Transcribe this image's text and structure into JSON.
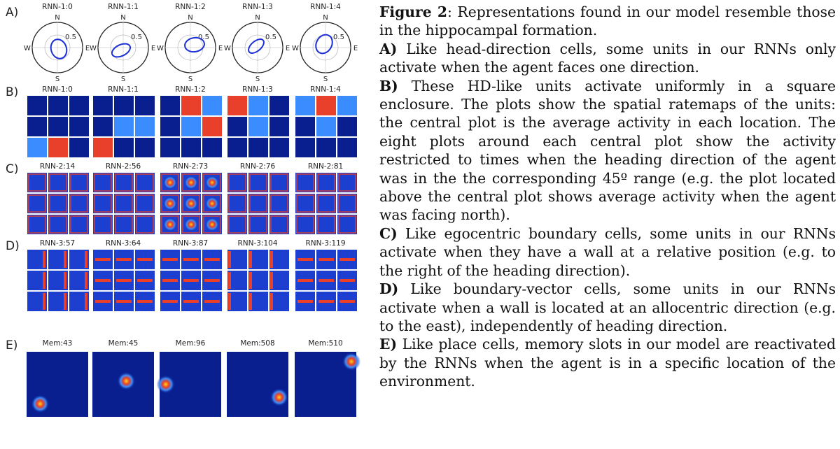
{
  "figure": {
    "row_labels": [
      "A)",
      "B)",
      "C)",
      "D)",
      "E)"
    ],
    "compass": {
      "N": "N",
      "S": "S",
      "E": "E",
      "W": "W",
      "radius_tick": "0.5"
    },
    "rows": [
      {
        "label": "A)",
        "type": "polar",
        "titles": [
          "RNN-1:0",
          "RNN-1:1",
          "RNN-1:2",
          "RNN-1:3",
          "RNN-1:4"
        ]
      },
      {
        "label": "B)",
        "type": "grid3x3",
        "titles": [
          "RNN-1:0",
          "RNN-1:1",
          "RNN-1:2",
          "RNN-1:3",
          "RNN-1:4"
        ]
      },
      {
        "label": "C)",
        "type": "grid3x3",
        "titles": [
          "RNN-2:14",
          "RNN-2:56",
          "RNN-2:73",
          "RNN-2:76",
          "RNN-2:81"
        ]
      },
      {
        "label": "D)",
        "type": "grid3x3",
        "titles": [
          "RNN-3:57",
          "RNN-3:64",
          "RNN-3:87",
          "RNN-3:104",
          "RNN-3:119"
        ]
      },
      {
        "label": "E)",
        "type": "heatmap",
        "titles": [
          "Mem:43",
          "Mem:45",
          "Mem:96",
          "Mem:508",
          "Mem:510"
        ]
      }
    ],
    "colors": {
      "cold": "#0a1f8f",
      "mid": "#3a8cff",
      "warm": "#e8402a",
      "hot": "#ffd21a",
      "polar_line": "#1c2fd6"
    }
  },
  "caption": {
    "title_bold": "Figure 2",
    "title_rest": ": Representations found in our model resemble those in the hippocampal formation.",
    "paragraphs": [
      {
        "tag": "A)",
        "text": " Like head-direction cells, some units in our RNNs only activate when the agent faces one direction."
      },
      {
        "tag": "B)",
        "text": " These HD-like units activate uniformly in a square enclosure. The plots show the spatial ratemaps of the units: the central plot is the average activity in each location. The eight plots around each central plot show the activity restricted to times when the heading direction of the agent was in the the corresponding 45º range (e.g. the plot located above the central plot shows average activity when the agent was facing north)."
      },
      {
        "tag": "C)",
        "text": " Like egocentric boundary cells, some units in our RNNs activate when they have a wall at a relative position (e.g. to the right of the heading direction)."
      },
      {
        "tag": "D)",
        "text": " Like boundary-vector cells, some units in our RNNs activate when a wall is located at an allocentric direction (e.g. to the east), independently of heading direction."
      },
      {
        "tag": "E)",
        "text": " Like place cells, memory slots in our model are reactivated by the RNNs when the agent is in a specific location of the environment."
      }
    ]
  }
}
